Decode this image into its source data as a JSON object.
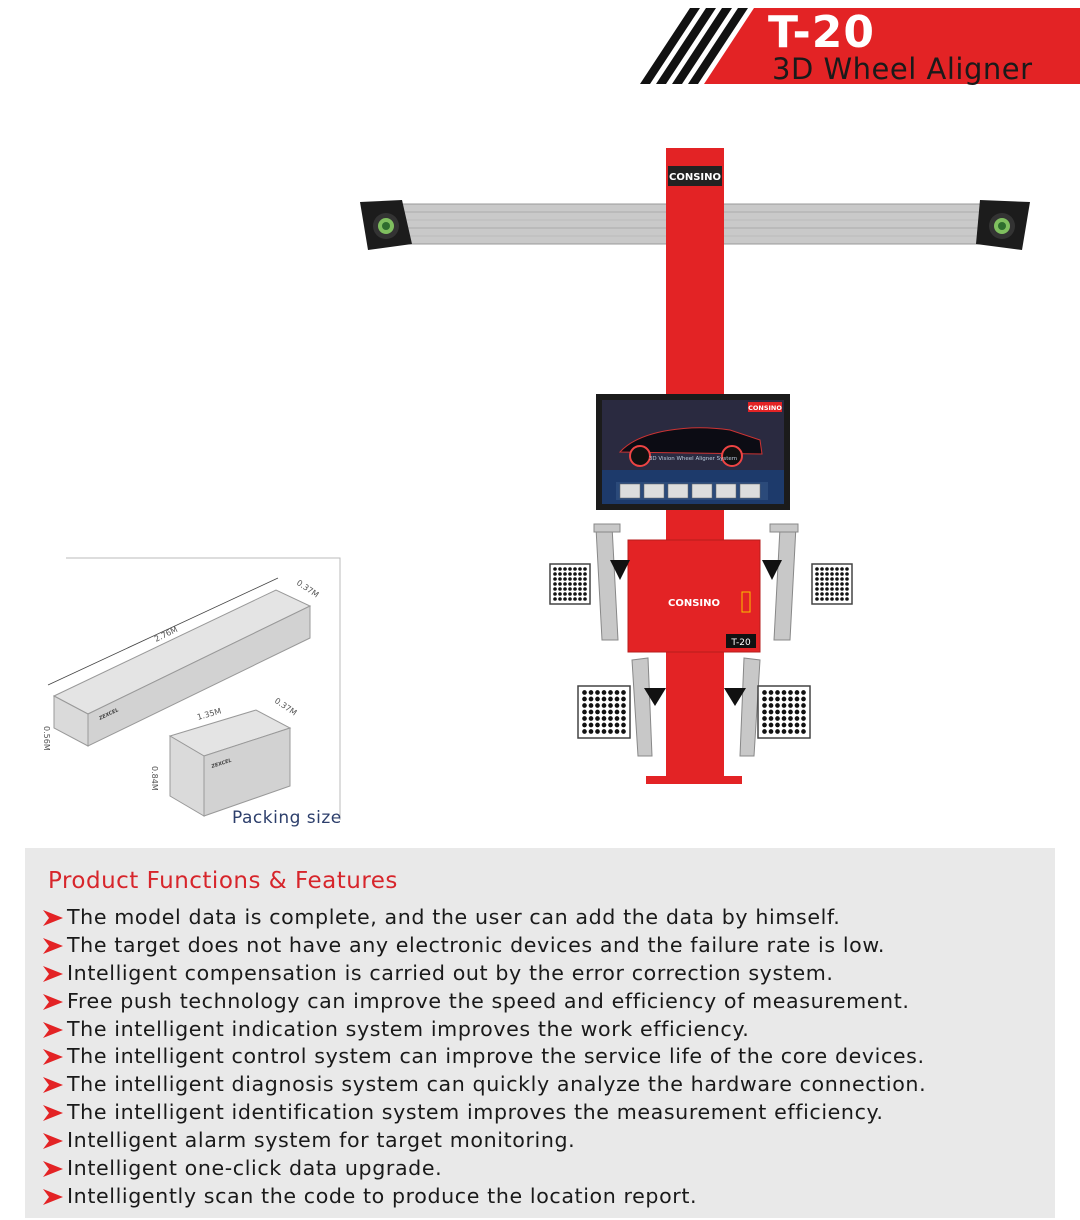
{
  "header": {
    "model": "T-20",
    "subtitle": "3D Wheel Aligner"
  },
  "machine": {
    "brand_top": "CONSINO",
    "brand_screen": "CONSINO",
    "screen_caption": "3D Vision Wheel Aligner System",
    "brand_cabinet": "CONSINO",
    "cabinet_model": "T-20"
  },
  "packing": {
    "label": "Packing size",
    "box1": {
      "length": "2.76M",
      "depth": "0.37M",
      "height": "0.56M",
      "brand": "ZEXCEL"
    },
    "box2": {
      "length": "1.35M",
      "depth": "0.37M",
      "height": "0.84M",
      "brand": "ZEXCEL"
    }
  },
  "features": {
    "title": "Product Functions & Features",
    "items": [
      "The model data is complete, and the user can add the data by himself.",
      "The target does not have any electronic devices and the failure rate is low.",
      "Intelligent compensation is carried out by the error correction system.",
      "Free push technology can improve the speed and efficiency of measurement.",
      "The intelligent indication system improves the work efficiency.",
      "The intelligent control system can improve the service life of the core devices.",
      "The intelligent diagnosis system can quickly analyze the hardware connection.",
      "The intelligent identification system improves the measurement efficiency.",
      "Intelligent alarm system for target monitoring.",
      "Intelligent one-click data upgrade.",
      "Intelligently scan the code to produce the location report."
    ]
  },
  "colors": {
    "brand_red": "#e32325",
    "title_red": "#d7252b",
    "panel_gray": "#e9e9e9"
  }
}
